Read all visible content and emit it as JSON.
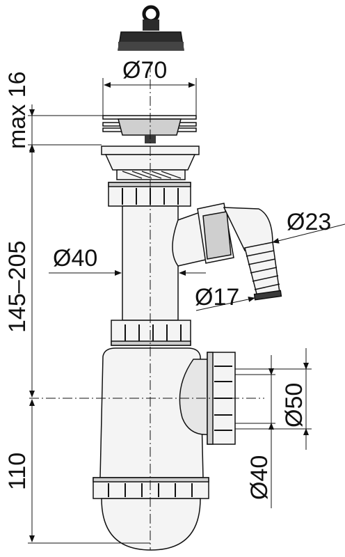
{
  "dimensions": {
    "stopper_diameter": "Ø70",
    "pipe_diameter": "Ø40",
    "hose_inner_diameter": "Ø17",
    "hose_outer_diameter": "Ø23",
    "outlet_diameter": "Ø50",
    "outlet_inner_diameter": "Ø40",
    "max_height": "max 16",
    "height_range": "145–205",
    "bottom_height": "110"
  },
  "colors": {
    "line": "#111111",
    "fill_light": "#f4f4f4",
    "fill_grey": "#cfcfcf",
    "fill_dark": "#3a3a3a",
    "background": "#ffffff"
  },
  "icons": {
    "stopper": "plug-with-ring-icon"
  }
}
